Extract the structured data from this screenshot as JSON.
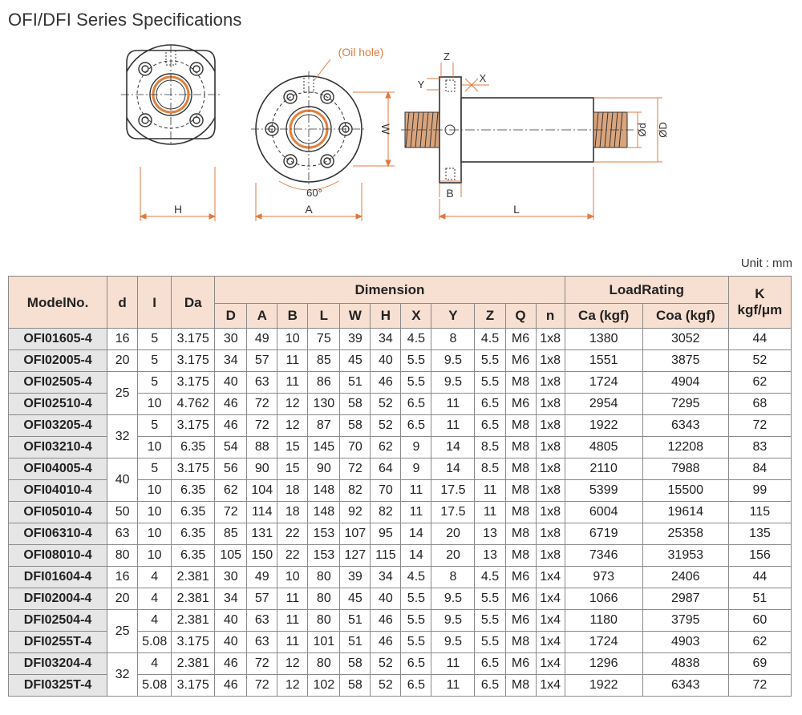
{
  "title": "OFI/DFI Series Specifications",
  "unit": "Unit : mm",
  "drawing": {
    "oil_hole": "(Oil hole)",
    "labels": {
      "h": "H",
      "a": "A",
      "w": "W",
      "angle": "60°",
      "z": "Z",
      "y": "Y",
      "x": "X",
      "b": "B",
      "l": "L",
      "d": "Ød",
      "D": "ØD"
    }
  },
  "header": {
    "model": "ModelNo.",
    "d": "d",
    "i": "I",
    "da": "Da",
    "dimension": "Dimension",
    "load_rating": "LoadRating",
    "k": "K",
    "k_unit": "kgf/μm",
    "sub": [
      "D",
      "A",
      "B",
      "L",
      "W",
      "H",
      "X",
      "Y",
      "Z",
      "Q",
      "n"
    ],
    "ca": "Ca (kgf)",
    "coa": "Coa (kgf)"
  },
  "rows": [
    {
      "model": "OFI01605-4",
      "d": "16",
      "i": "5",
      "da": "3.175",
      "D": "30",
      "A": "49",
      "B": "10",
      "L": "75",
      "W": "39",
      "H": "34",
      "X": "4.5",
      "Y": "8",
      "Z": "4.5",
      "Q": "M6",
      "n": "1x8",
      "ca": "1380",
      "coa": "3052",
      "k": "44"
    },
    {
      "model": "OFI02005-4",
      "d": "20",
      "i": "5",
      "da": "3.175",
      "D": "34",
      "A": "57",
      "B": "11",
      "L": "85",
      "W": "45",
      "H": "40",
      "X": "5.5",
      "Y": "9.5",
      "Z": "5.5",
      "Q": "M6",
      "n": "1x8",
      "ca": "1551",
      "coa": "3875",
      "k": "52"
    },
    {
      "model": "OFI02505-4",
      "d": "25",
      "i": "5",
      "da": "3.175",
      "D": "40",
      "A": "63",
      "B": "11",
      "L": "86",
      "W": "51",
      "H": "46",
      "X": "5.5",
      "Y": "9.5",
      "Z": "5.5",
      "Q": "M8",
      "n": "1x8",
      "ca": "1724",
      "coa": "4904",
      "k": "62"
    },
    {
      "model": "OFI02510-4",
      "d": "",
      "i": "10",
      "da": "4.762",
      "D": "46",
      "A": "72",
      "B": "12",
      "L": "130",
      "W": "58",
      "H": "52",
      "X": "6.5",
      "Y": "11",
      "Z": "6.5",
      "Q": "M6",
      "n": "1x8",
      "ca": "2954",
      "coa": "7295",
      "k": "68"
    },
    {
      "model": "OFI03205-4",
      "d": "32",
      "i": "5",
      "da": "3.175",
      "D": "46",
      "A": "72",
      "B": "12",
      "L": "87",
      "W": "58",
      "H": "52",
      "X": "6.5",
      "Y": "11",
      "Z": "6.5",
      "Q": "M8",
      "n": "1x8",
      "ca": "1922",
      "coa": "6343",
      "k": "72"
    },
    {
      "model": "OFI03210-4",
      "d": "",
      "i": "10",
      "da": "6.35",
      "D": "54",
      "A": "88",
      "B": "15",
      "L": "145",
      "W": "70",
      "H": "62",
      "X": "9",
      "Y": "14",
      "Z": "8.5",
      "Q": "M8",
      "n": "1x8",
      "ca": "4805",
      "coa": "12208",
      "k": "83"
    },
    {
      "model": "OFI04005-4",
      "d": "40",
      "i": "5",
      "da": "3.175",
      "D": "56",
      "A": "90",
      "B": "15",
      "L": "90",
      "W": "72",
      "H": "64",
      "X": "9",
      "Y": "14",
      "Z": "8.5",
      "Q": "M8",
      "n": "1x8",
      "ca": "2110",
      "coa": "7988",
      "k": "84"
    },
    {
      "model": "OFI04010-4",
      "d": "",
      "i": "10",
      "da": "6.35",
      "D": "62",
      "A": "104",
      "B": "18",
      "L": "148",
      "W": "82",
      "H": "70",
      "X": "11",
      "Y": "17.5",
      "Z": "11",
      "Q": "M8",
      "n": "1x8",
      "ca": "5399",
      "coa": "15500",
      "k": "99"
    },
    {
      "model": "OFI05010-4",
      "d": "50",
      "i": "10",
      "da": "6.35",
      "D": "72",
      "A": "114",
      "B": "18",
      "L": "148",
      "W": "92",
      "H": "82",
      "X": "11",
      "Y": "17.5",
      "Z": "11",
      "Q": "M8",
      "n": "1x8",
      "ca": "6004",
      "coa": "19614",
      "k": "115"
    },
    {
      "model": "OFI06310-4",
      "d": "63",
      "i": "10",
      "da": "6.35",
      "D": "85",
      "A": "131",
      "B": "22",
      "L": "153",
      "W": "107",
      "H": "95",
      "X": "14",
      "Y": "20",
      "Z": "13",
      "Q": "M8",
      "n": "1x8",
      "ca": "6719",
      "coa": "25358",
      "k": "135"
    },
    {
      "model": "OFI08010-4",
      "d": "80",
      "i": "10",
      "da": "6.35",
      "D": "105",
      "A": "150",
      "B": "22",
      "L": "153",
      "W": "127",
      "H": "115",
      "X": "14",
      "Y": "20",
      "Z": "13",
      "Q": "M8",
      "n": "1x8",
      "ca": "7346",
      "coa": "31953",
      "k": "156"
    },
    {
      "model": "DFI01604-4",
      "d": "16",
      "i": "4",
      "da": "2.381",
      "D": "30",
      "A": "49",
      "B": "10",
      "L": "80",
      "W": "39",
      "H": "34",
      "X": "4.5",
      "Y": "8",
      "Z": "4.5",
      "Q": "M6",
      "n": "1x4",
      "ca": "973",
      "coa": "2406",
      "k": "44"
    },
    {
      "model": "DFI02004-4",
      "d": "20",
      "i": "4",
      "da": "2.381",
      "D": "34",
      "A": "57",
      "B": "11",
      "L": "80",
      "W": "45",
      "H": "40",
      "X": "5.5",
      "Y": "9.5",
      "Z": "5.5",
      "Q": "M6",
      "n": "1x4",
      "ca": "1066",
      "coa": "2987",
      "k": "51"
    },
    {
      "model": "DFI02504-4",
      "d": "25",
      "i": "4",
      "da": "2.381",
      "D": "40",
      "A": "63",
      "B": "11",
      "L": "80",
      "W": "51",
      "H": "46",
      "X": "5.5",
      "Y": "9.5",
      "Z": "5.5",
      "Q": "M6",
      "n": "1x4",
      "ca": "1180",
      "coa": "3795",
      "k": "60"
    },
    {
      "model": "DFI0255T-4",
      "d": "",
      "i": "5.08",
      "da": "3.175",
      "D": "40",
      "A": "63",
      "B": "11",
      "L": "101",
      "W": "51",
      "H": "46",
      "X": "5.5",
      "Y": "9.5",
      "Z": "5.5",
      "Q": "M8",
      "n": "1x4",
      "ca": "1724",
      "coa": "4903",
      "k": "62"
    },
    {
      "model": "DFI03204-4",
      "d": "32",
      "i": "4",
      "da": "2.381",
      "D": "46",
      "A": "72",
      "B": "12",
      "L": "80",
      "W": "58",
      "H": "52",
      "X": "6.5",
      "Y": "11",
      "Z": "6.5",
      "Q": "M6",
      "n": "1x4",
      "ca": "1296",
      "coa": "4838",
      "k": "69"
    },
    {
      "model": "DFI0325T-4",
      "d": "",
      "i": "5.08",
      "da": "3.175",
      "D": "46",
      "A": "72",
      "B": "12",
      "L": "102",
      "W": "58",
      "H": "52",
      "X": "6.5",
      "Y": "11",
      "Z": "6.5",
      "Q": "M8",
      "n": "1x4",
      "ca": "1922",
      "coa": "6343",
      "k": "72"
    }
  ]
}
